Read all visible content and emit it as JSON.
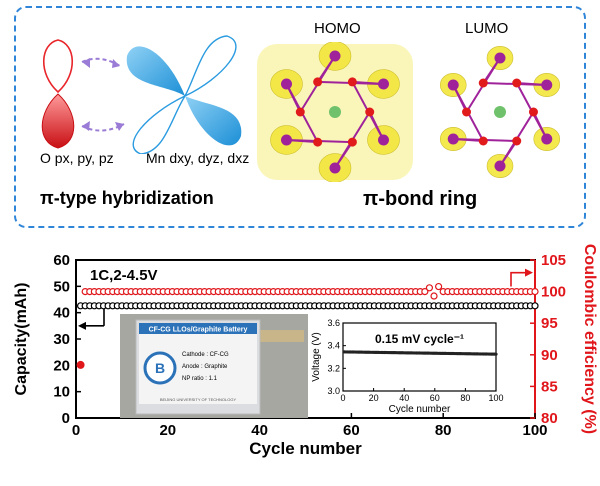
{
  "panel_top": {
    "homo_label": "HOMO",
    "lumo_label": "LUMO",
    "o_orbitals_label": "O px, py, pz",
    "mn_orbitals_label": "Mn dxy, dyz, dxz",
    "hybridization_label": "π-type hybridization",
    "ring_label": "π-bond ring",
    "colors": {
      "border": "#2f86d8",
      "o_orbital": "#e8262b",
      "mn_orbital": "#2a9be0",
      "isosurface": "#f2e63a",
      "mn_atom": "#a0229a",
      "o_atom": "#e11b1b",
      "li_atom": "#6fc26b"
    }
  },
  "chart_data": {
    "type": "scatter",
    "title": "",
    "annotation": "1C,2-4.5V",
    "xlabel": "Cycle number",
    "ylabel_left": "Capacity(mAh)",
    "ylabel_right": "Coulombic efficiency (%)",
    "xlim": [
      0,
      100
    ],
    "ylim_left": [
      0,
      60
    ],
    "ylim_right": [
      80,
      105
    ],
    "x_ticks": [
      0,
      20,
      40,
      60,
      80,
      100
    ],
    "y_ticks_left": [
      0,
      10,
      20,
      30,
      40,
      50,
      60
    ],
    "y_ticks_right": [
      80,
      85,
      90,
      95,
      100,
      105
    ],
    "series": [
      {
        "axis": "left",
        "color": "#000000",
        "marker": "open-circle",
        "x_start": 1,
        "x_end": 100,
        "value": 42.6
      },
      {
        "axis": "right",
        "color": "#e0161b",
        "marker": "open-circle",
        "x_start": 2,
        "x_end": 100,
        "value": 100.0,
        "outliers": [
          {
            "x": 1,
            "y": 88.4
          },
          {
            "x": 77,
            "y": 100.6
          },
          {
            "x": 78,
            "y": 99.3
          },
          {
            "x": 79,
            "y": 100.8
          }
        ]
      }
    ],
    "inset": {
      "note": "0.15 mV cycle⁻¹",
      "xlabel": "Cycle number",
      "ylabel": "Voltage (V)",
      "xlim": [
        0,
        100
      ],
      "ylim": [
        3.0,
        3.6
      ],
      "x_ticks": [
        0,
        20,
        40,
        60,
        80,
        100
      ],
      "y_ticks": [
        "3.0",
        "3.2",
        "3.4",
        "3.6"
      ],
      "x_start": 1,
      "x_end": 100,
      "y_start": 3.345,
      "y_end": 3.325
    },
    "battery_photo": {
      "header": "CF-CG LLOs/Graphite Battery",
      "cathode": "Cathode : CF-CG",
      "anode": "Anode : Graphite",
      "np_ratio": "NP ratio : 1.1",
      "footer": "BEIJING UNIVERSITY OF TECHNOLOGY"
    }
  }
}
